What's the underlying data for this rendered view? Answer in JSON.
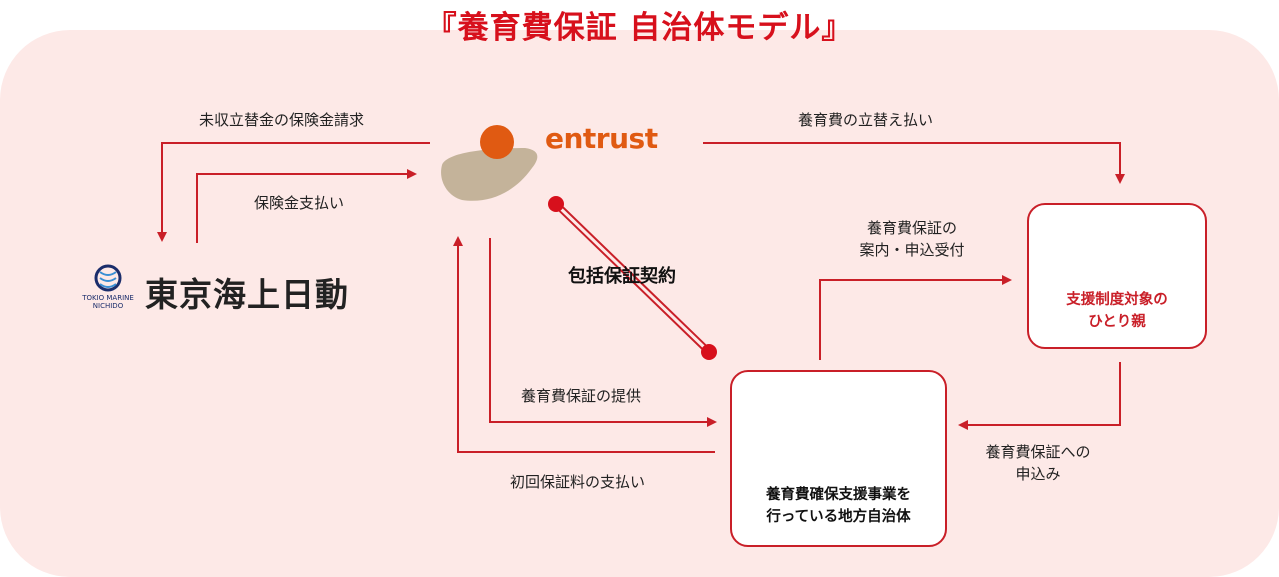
{
  "title": "『養育費保証 自治体モデル』",
  "nodes": {
    "entrust": {
      "logo_text": "entrust"
    },
    "tokio_marine": {
      "name": "東京海上日動",
      "logo_line1": "TOKIO MARINE",
      "logo_line2": "NICHIDO"
    },
    "single_parent": {
      "line1": "支援制度対象の",
      "line2": "ひとり親"
    },
    "municipality": {
      "line1": "養育費確保支援事業を",
      "line2": "行っている地方自治体"
    }
  },
  "labels": {
    "insurance_claim": "未収立替金の保険金請求",
    "insurance_payment": "保険金支払い",
    "advance_payment": "養育費の立替え払い",
    "guide_line1": "養育費保証の",
    "guide_line2": "案内・申込受付",
    "blanket_contract": "包括保証契約",
    "provide_guarantee": "養育費保証の提供",
    "initial_fee": "初回保証料の支払い",
    "apply_line1": "養育費保証への",
    "apply_line2": "申込み"
  },
  "colors": {
    "accent": "#d7101c",
    "panel": "#fde9e7",
    "arrow": "#c91f28",
    "icon": "#9d9d9d"
  }
}
